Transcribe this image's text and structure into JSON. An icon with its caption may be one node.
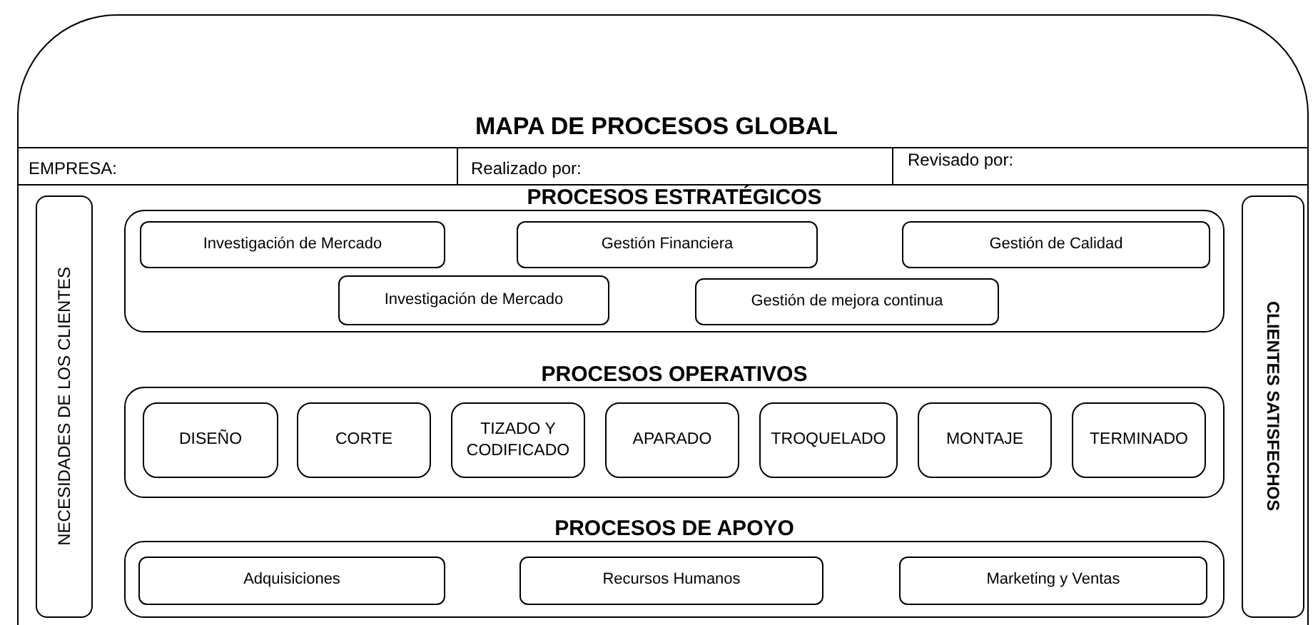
{
  "diagram": {
    "title": "MAPA DE PROCESOS GLOBAL",
    "nodes": [
      {
        "text": [
          "NECESIDADES DE LOS CLIENTES"
        ]
      },
      {
        "text": [
          "PROCESOS ESTRATÉGICOS"
        ]
      },
      {
        "text": [
          "Investigación de Mercado"
        ],
        "in": 1
      },
      {
        "text": [
          "Gestión Financiera"
        ],
        "in": 1
      },
      {
        "text": [
          "Gestión de Calidad"
        ],
        "in": 1
      },
      {
        "text": [
          "Investigación de Mercado"
        ],
        "in": 1
      },
      {
        "text": [
          "Gestión de mejora continua"
        ],
        "in": 1
      },
      {
        "text": [
          "PROCESOS OPERATIVOS"
        ]
      },
      {
        "text": [
          "DISEÑO"
        ],
        "in": 7
      },
      {
        "text": [
          "CORTE"
        ],
        "in": 7
      },
      {
        "text": [
          "TIZADO Y CODIFICADO"
        ],
        "in": 7
      },
      {
        "text": [
          "APARADO"
        ],
        "in": 7
      },
      {
        "text": [
          "TROQUELADO"
        ],
        "in": 7
      },
      {
        "text": [
          "MONTAJE"
        ],
        "in": 7
      },
      {
        "text": [
          "TERMINADO"
        ],
        "in": 7
      },
      {
        "text": [
          "PROCESOS DE APOYO"
        ]
      },
      {
        "text": [
          "Adquisiciones"
        ],
        "in": 15
      },
      {
        "text": [
          "Recursos Humanos"
        ],
        "in": 15
      },
      {
        "text": [
          "Marketing y Ventas"
        ],
        "in": 15
      },
      {
        "text": [
          "CLIENTES SATISFECHOS"
        ]
      }
    ],
    "edges": [],
    "labels": [
      "EMPRESA:",
      "Realizado por:",
      "Revisado por:"
    ]
  }
}
